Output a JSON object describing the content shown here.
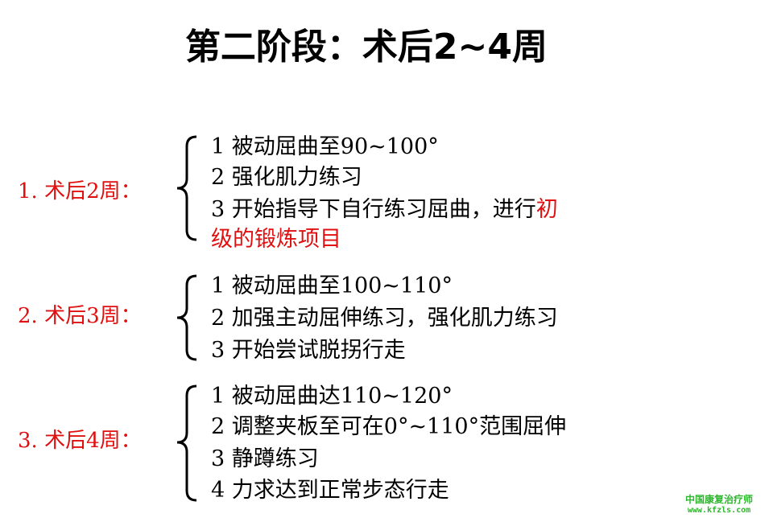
{
  "title": "第二阶段：术后2~4周",
  "groups": [
    {
      "label": "1. 术后2周：",
      "items": [
        "1  被动屈曲至90~100°",
        "2  强化肌力练习"
      ],
      "item3_black": "3  开始指导下自行练习屈曲，进行",
      "item3_red": "初",
      "item3_cont_red": "级的锻炼项目"
    },
    {
      "label": "2. 术后3周：",
      "items": [
        "1  被动屈曲至100~110°",
        "2  加强主动屈伸练习，强化肌力练习",
        "3  开始尝试脱拐行走"
      ]
    },
    {
      "label": "3. 术后4周：",
      "items": [
        "1  被动屈曲达110~120°",
        "2  调整夹板至可在0°~110°范围屈伸",
        "3  静蹲练习",
        "4  力求达到正常步态行走"
      ]
    }
  ],
  "watermark": {
    "line1": "中国康复治疗师",
    "line2": "www.kfzls.com"
  },
  "colors": {
    "accent": "#e01010",
    "watermark": "#2db52d"
  }
}
